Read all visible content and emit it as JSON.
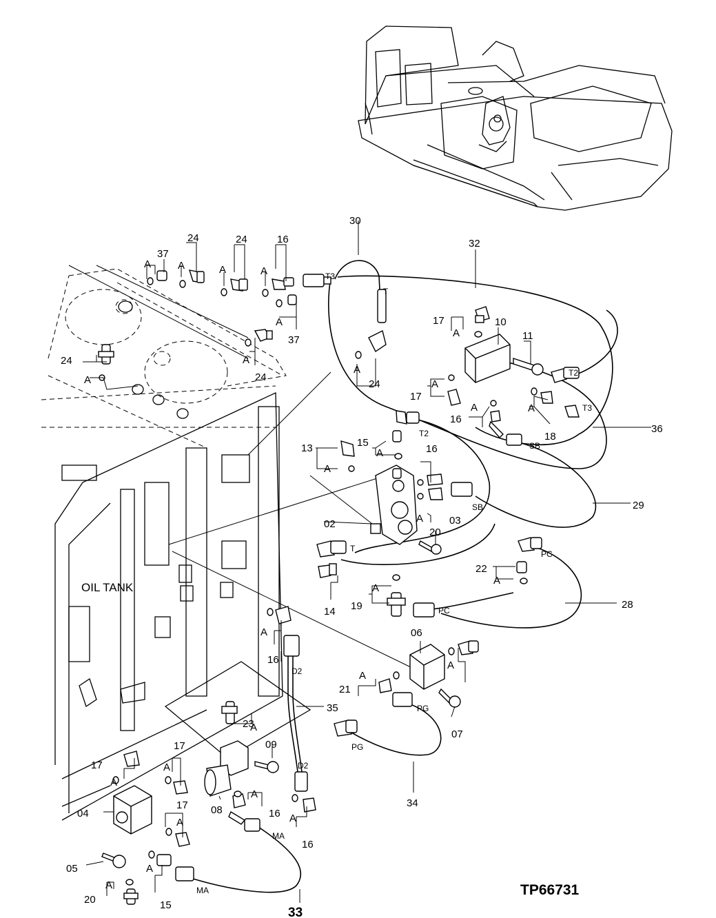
{
  "figure_id": "TP66731",
  "tank_label": "OIL TANK",
  "part_numbers": [
    "37",
    "24",
    "24",
    "16",
    "30",
    "32",
    "37",
    "24",
    "24",
    "24",
    "17",
    "10",
    "11",
    "17",
    "16",
    "18",
    "13",
    "15",
    "16",
    "36",
    "02",
    "20",
    "03",
    "29",
    "22",
    "14",
    "19",
    "28",
    "06",
    "16",
    "21",
    "35",
    "23",
    "17",
    "09",
    "17",
    "07",
    "04",
    "08",
    "16",
    "17",
    "05",
    "20",
    "15",
    "34",
    "16",
    "33"
  ],
  "hose_labels": [
    "T3",
    "T",
    "T2",
    "T3",
    "T2",
    "SB",
    "SB",
    "T",
    "PC",
    "PC",
    "D2",
    "D2",
    "PG",
    "PG",
    "MA",
    "MA"
  ],
  "fitting_letters": [
    "A",
    "A",
    "A",
    "A",
    "A",
    "A",
    "A",
    "A",
    "A",
    "A",
    "A",
    "A",
    "A",
    "A",
    "A",
    "A",
    "A",
    "A",
    "A",
    "A",
    "A",
    "A",
    "A",
    "A",
    "A",
    "A",
    "A",
    "A"
  ]
}
